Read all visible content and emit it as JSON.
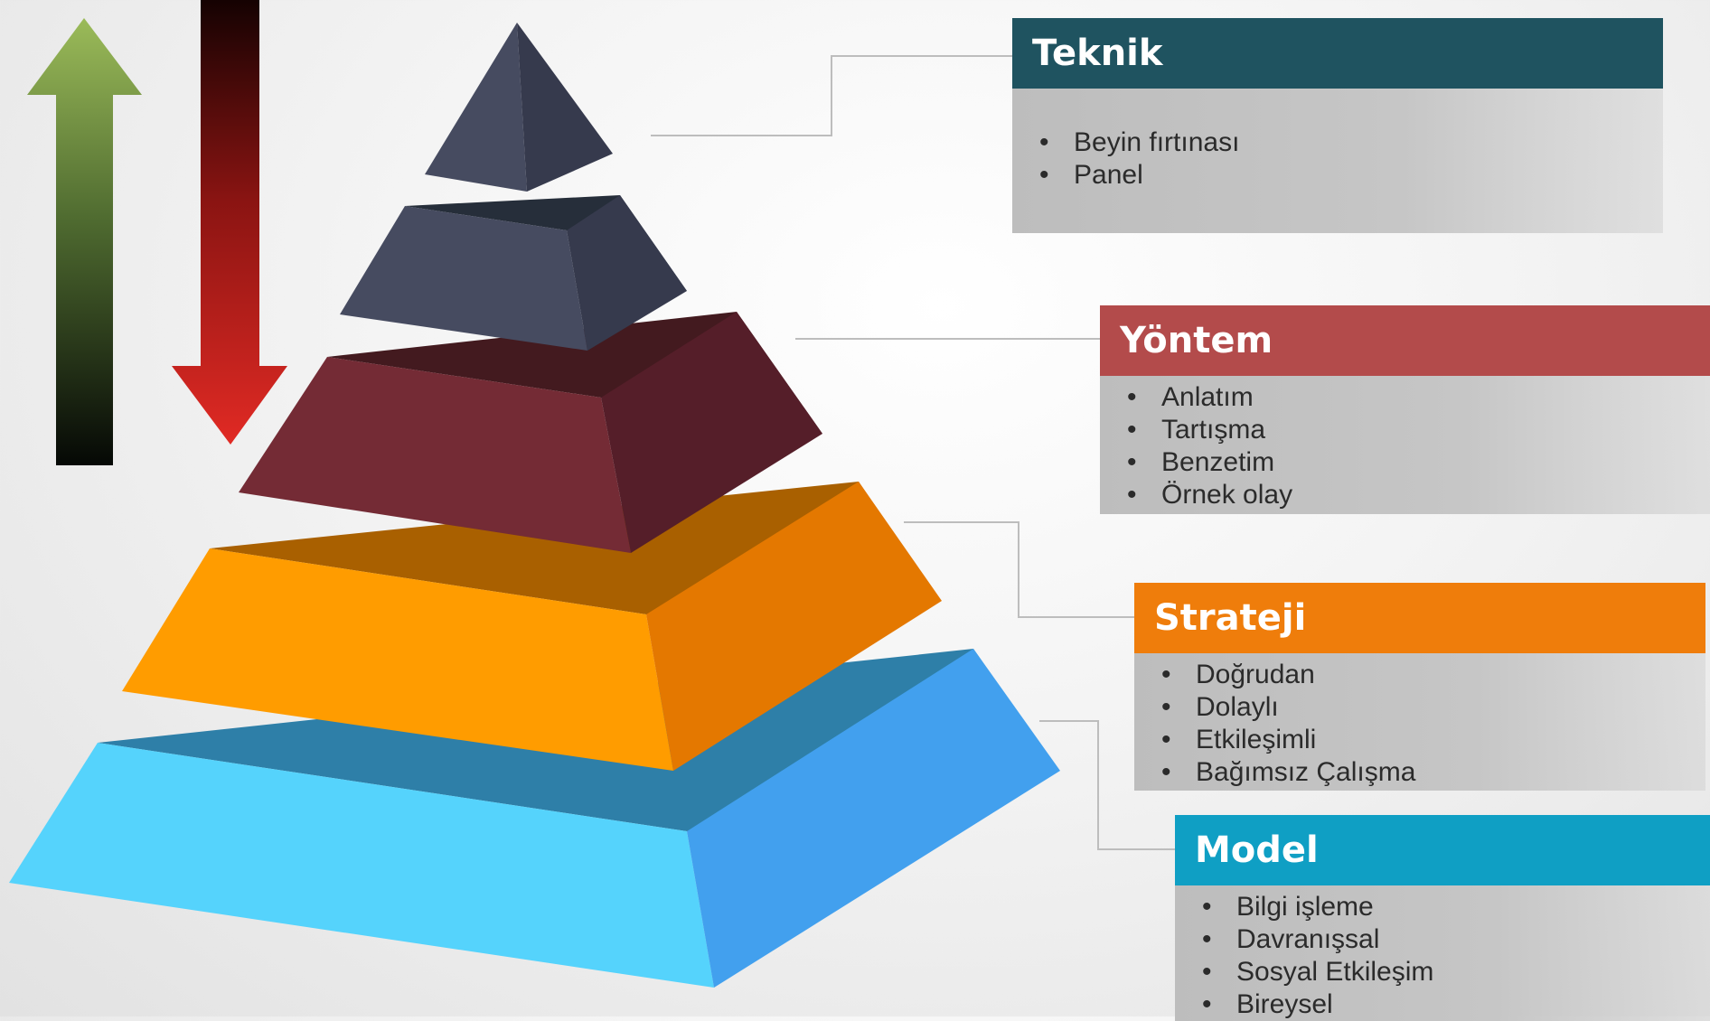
{
  "colors": {
    "teknik": "#1f5360",
    "yontem": "#b34b4b",
    "strateji": "#ef7d0b",
    "model": "#0f9fc4",
    "up_arrow_top": "#9bbb59",
    "down_arrow_bottom": "#e12a24"
  },
  "levels": [
    {
      "title": "Teknik",
      "items": [
        "Beyin fırtınası",
        "Panel"
      ]
    },
    {
      "title": "Yöntem",
      "items": [
        "Anlatım",
        "Tartışma",
        "Benzetim",
        "Örnek olay"
      ]
    },
    {
      "title": "Strateji",
      "items": [
        "Doğrudan",
        "Dolaylı",
        "Etkileşimli",
        "Bağımsız Çalışma"
      ]
    },
    {
      "title": "Model",
      "items": [
        "Bilgi işleme",
        "Davranışsal",
        "Sosyal Etkileşim",
        "Bireysel"
      ]
    }
  ]
}
